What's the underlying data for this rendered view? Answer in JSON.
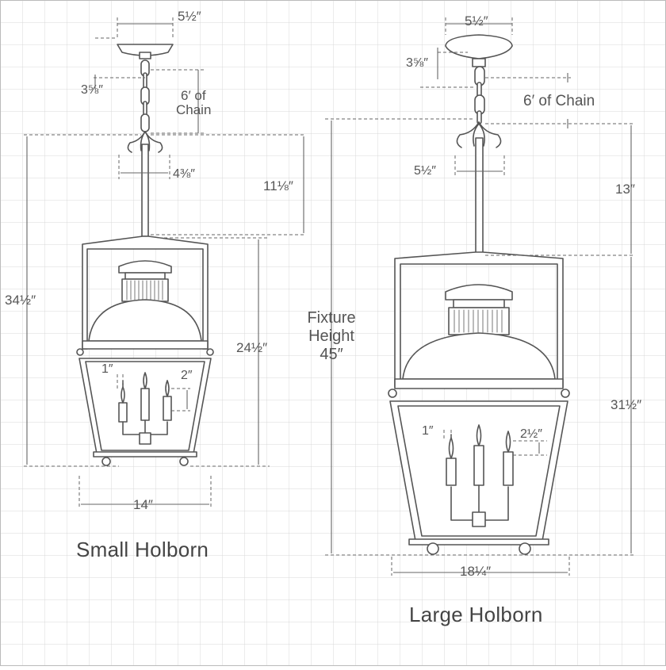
{
  "small": {
    "name": "Small Holborn",
    "canopy_width": "5½″",
    "canopy_to_chain": "3⅝″",
    "chain_label_line1": "6′ of",
    "chain_label_line2": "Chain",
    "hook_width": "4⅜″",
    "hook_height": "11⅛″",
    "overall_height": "34½″",
    "body_height": "24½″",
    "candle_spacing": "1″",
    "candle_height": "2″",
    "width": "14″"
  },
  "large": {
    "name": "Large Holborn",
    "canopy_width": "5½″",
    "canopy_to_chain": "3⅝″",
    "chain_label": "6′ of Chain",
    "hook_width": "5½″",
    "hook_height": "13″",
    "fixture_height_line1": "Fixture",
    "fixture_height_line2": "Height",
    "fixture_height_line3": "45″",
    "body_height": "31½″",
    "candle_spacing": "1″",
    "candle_height": "2½″",
    "width": "18¼″"
  },
  "colors": {
    "grid": "#d9d9d9",
    "line": "#555555",
    "dim_line": "#666666"
  }
}
